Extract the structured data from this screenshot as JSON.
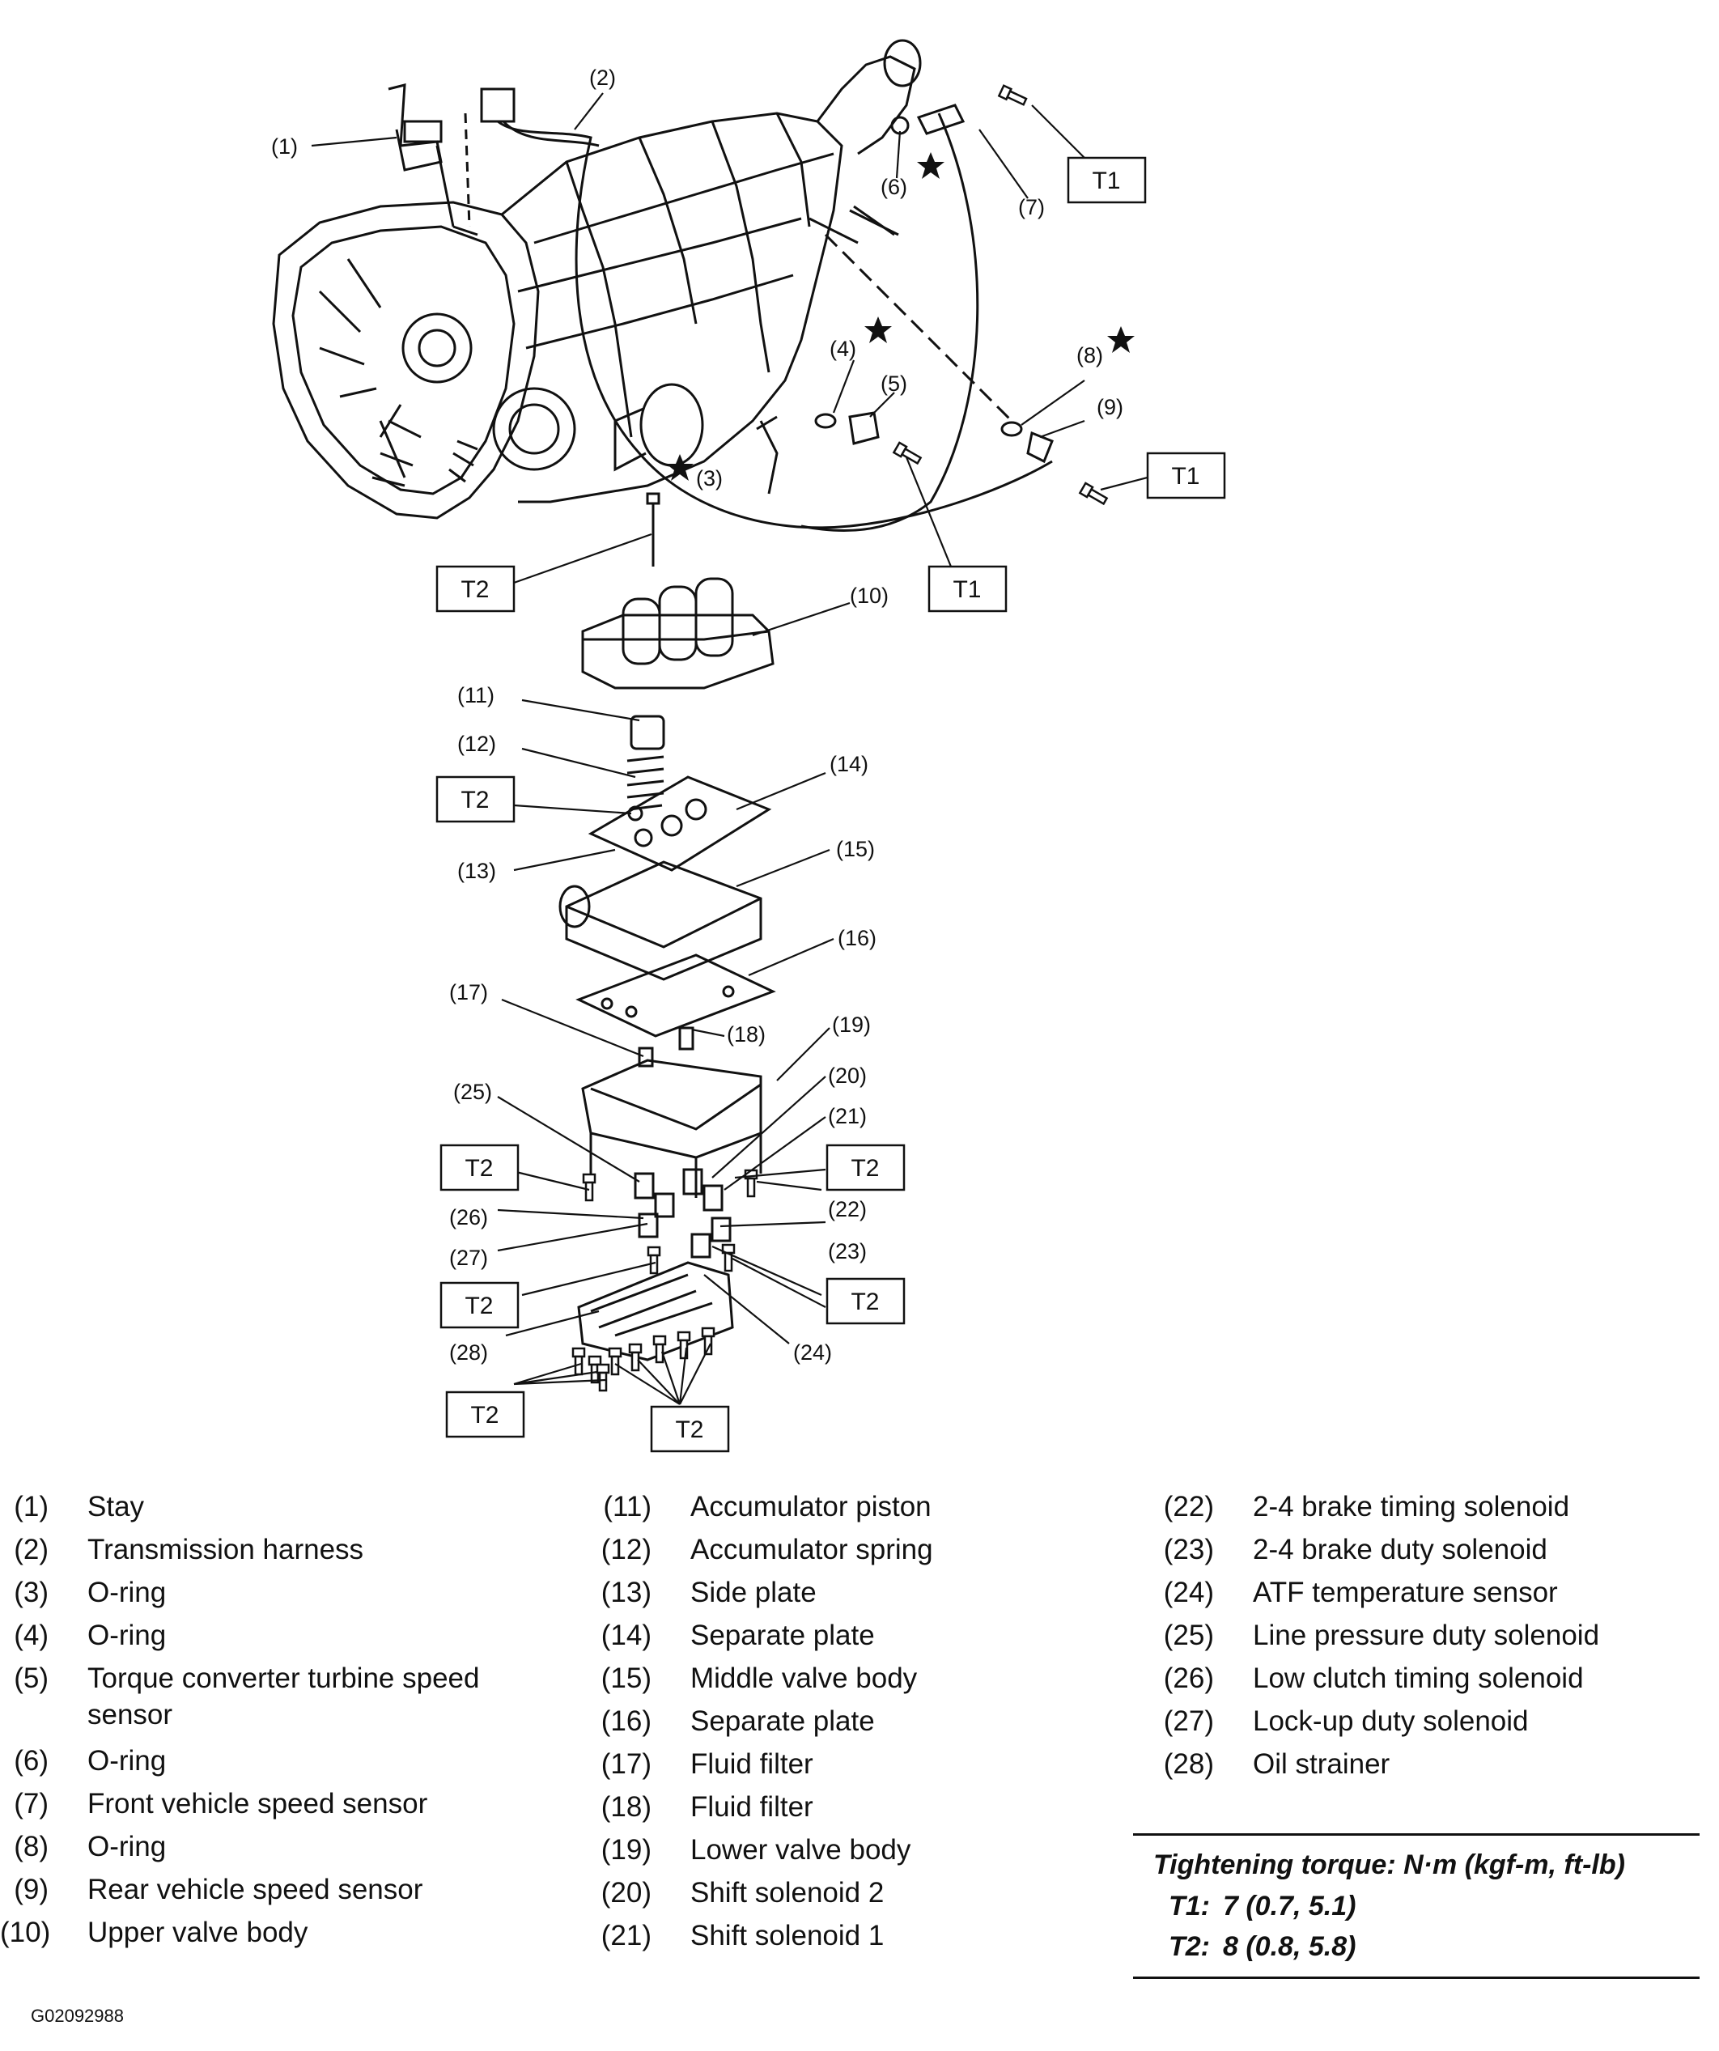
{
  "callouts": {
    "c1": "(1)",
    "c2": "(2)",
    "c3": "(3)",
    "c4": "(4)",
    "c5": "(5)",
    "c6": "(6)",
    "c7": "(7)",
    "c8": "(8)",
    "c9": "(9)",
    "c10": "(10)",
    "c11": "(11)",
    "c12": "(12)",
    "c13": "(13)",
    "c14": "(14)",
    "c15": "(15)",
    "c16": "(16)",
    "c17": "(17)",
    "c18": "(18)",
    "c19": "(19)",
    "c20": "(20)",
    "c21": "(21)",
    "c22": "(22)",
    "c23": "(23)",
    "c24": "(24)",
    "c25": "(25)",
    "c26": "(26)",
    "c27": "(27)",
    "c28": "(28)"
  },
  "torque_boxes": {
    "t1": "T1",
    "t2": "T2"
  },
  "legend": {
    "col1": [
      {
        "num": "(1)",
        "text": "Stay"
      },
      {
        "num": "(2)",
        "text": "Transmission harness"
      },
      {
        "num": "(3)",
        "text": "O-ring"
      },
      {
        "num": "(4)",
        "text": "O-ring"
      },
      {
        "num": "(5)",
        "text": "Torque converter turbine speed sensor"
      },
      {
        "num": "(6)",
        "text": "O-ring"
      },
      {
        "num": "(7)",
        "text": "Front vehicle speed sensor"
      },
      {
        "num": "(8)",
        "text": "O-ring"
      },
      {
        "num": "(9)",
        "text": "Rear vehicle speed sensor"
      },
      {
        "num": "(10)",
        "text": "Upper valve body"
      }
    ],
    "col2": [
      {
        "num": "(11)",
        "text": "Accumulator piston"
      },
      {
        "num": "(12)",
        "text": "Accumulator spring"
      },
      {
        "num": "(13)",
        "text": "Side plate"
      },
      {
        "num": "(14)",
        "text": "Separate plate"
      },
      {
        "num": "(15)",
        "text": "Middle valve body"
      },
      {
        "num": "(16)",
        "text": "Separate plate"
      },
      {
        "num": "(17)",
        "text": "Fluid filter"
      },
      {
        "num": "(18)",
        "text": "Fluid filter"
      },
      {
        "num": "(19)",
        "text": "Lower valve body"
      },
      {
        "num": "(20)",
        "text": "Shift solenoid 2"
      },
      {
        "num": "(21)",
        "text": "Shift solenoid 1"
      }
    ],
    "col3": [
      {
        "num": "(22)",
        "text": "2-4 brake timing solenoid"
      },
      {
        "num": "(23)",
        "text": "2-4 brake duty solenoid"
      },
      {
        "num": "(24)",
        "text": "ATF temperature sensor"
      },
      {
        "num": "(25)",
        "text": "Line pressure duty solenoid"
      },
      {
        "num": "(26)",
        "text": "Low clutch timing solenoid"
      },
      {
        "num": "(27)",
        "text": "Lock-up duty solenoid"
      },
      {
        "num": "(28)",
        "text": "Oil strainer"
      }
    ]
  },
  "torque_table": {
    "header": "Tightening torque: N·m (kgf-m, ft-lb)",
    "rows": [
      {
        "label": "T1:",
        "value": "7 (0.7, 5.1)"
      },
      {
        "label": "T2:",
        "value": "8 (0.8, 5.8)"
      }
    ]
  },
  "figure_code": "G02092988"
}
